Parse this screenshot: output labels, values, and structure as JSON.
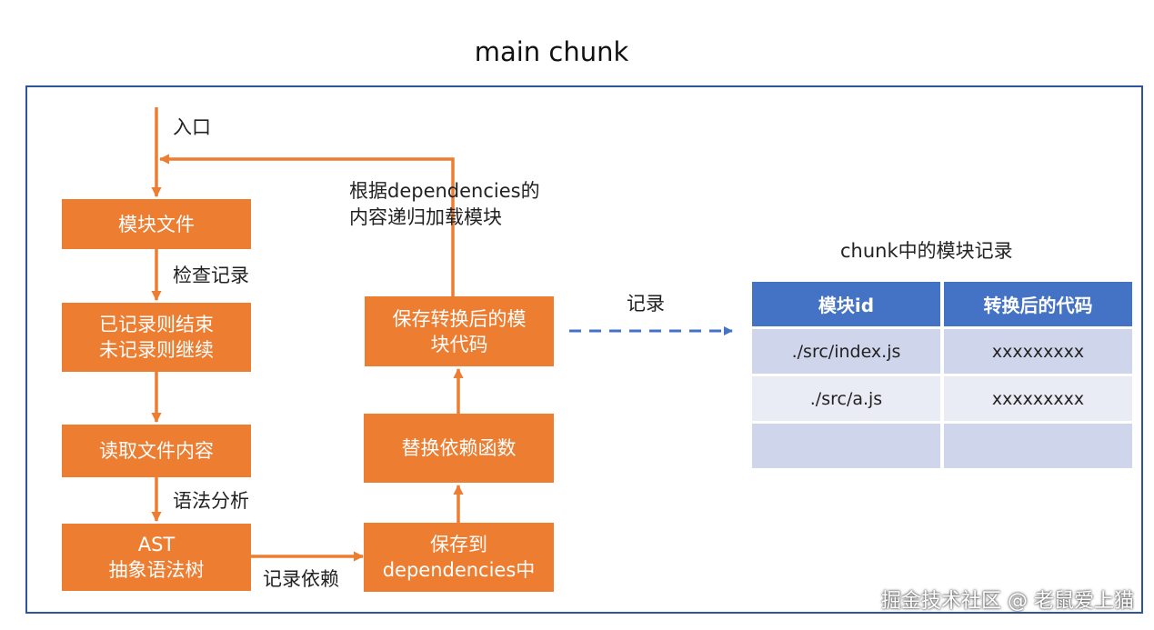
{
  "title": "main chunk",
  "colors": {
    "box": "#ed7d31",
    "frame": "#2e5597",
    "dashed_arrow": "#4472c4",
    "table_header": "#4472c4"
  },
  "flow": {
    "entry_label": "入口",
    "module_file": "模块文件",
    "check_label": "检查记录",
    "record_check": "已记录则结束\n未记录则继续",
    "read_content": "读取文件内容",
    "parse_label": "语法分析",
    "ast": "AST\n抽象语法树",
    "record_deps_label": "记录依赖",
    "save_deps": "保存到\ndependencies中",
    "replace_deps": "替换依赖函数",
    "save_code": "保存转换后的模\n块代码",
    "recursive_label": "根据dependencies的\n内容递归加载模块",
    "record_label": "记录"
  },
  "records_table": {
    "caption": "chunk中的模块记录",
    "headers": [
      "模块id",
      "转换后的代码"
    ],
    "rows": [
      [
        "./src/index.js",
        "xxxxxxxxx"
      ],
      [
        "./src/a.js",
        "xxxxxxxxx"
      ],
      [
        "",
        ""
      ]
    ]
  },
  "watermark": "掘金技术社区 @ 老鼠爱上猫"
}
